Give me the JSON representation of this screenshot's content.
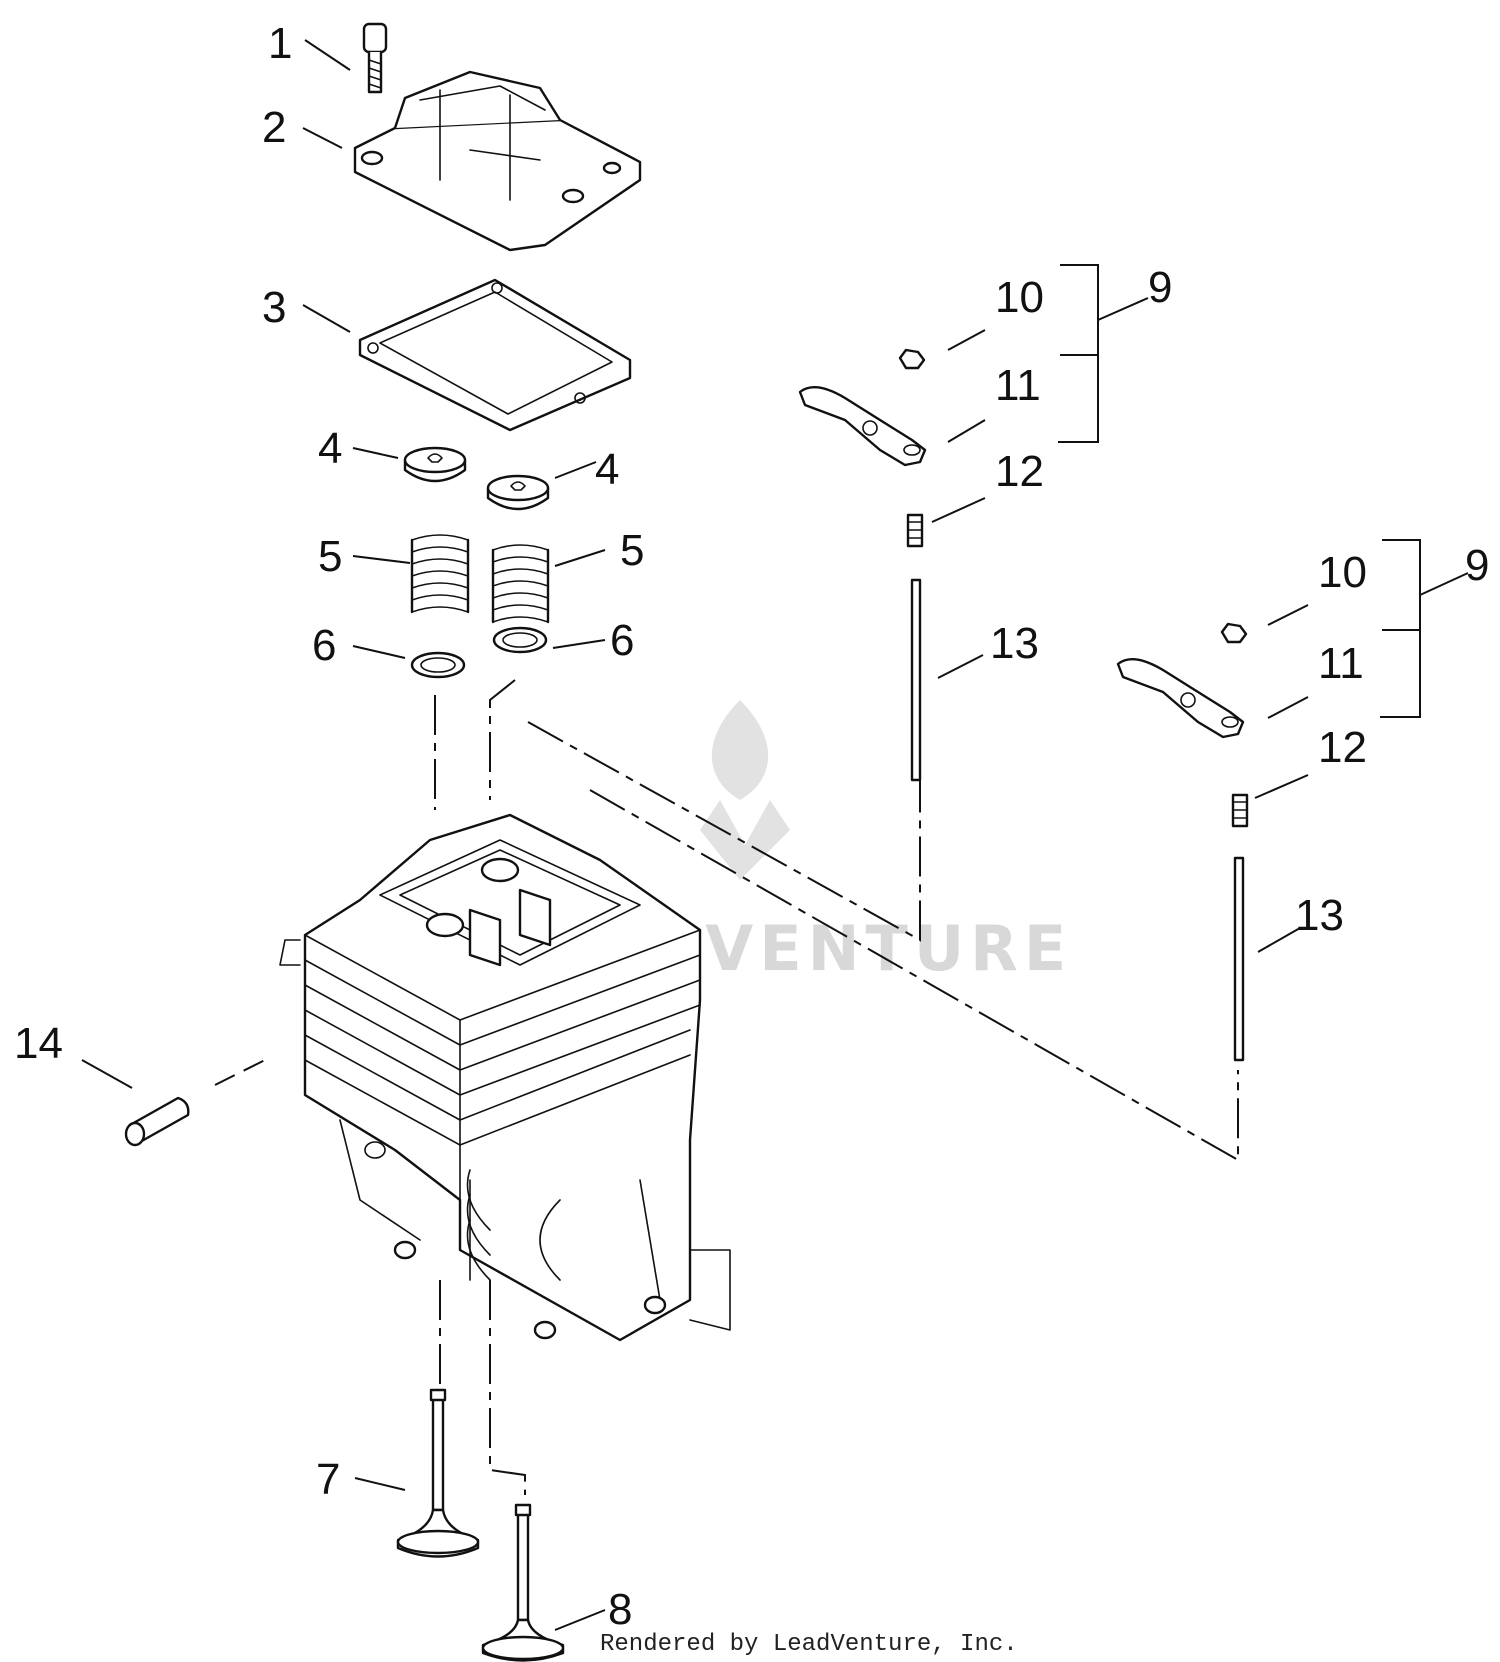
{
  "callouts": {
    "c1": "1",
    "c2": "2",
    "c3": "3",
    "c4a": "4",
    "c4b": "4",
    "c5a": "5",
    "c5b": "5",
    "c6a": "6",
    "c6b": "6",
    "c7": "7",
    "c8": "8",
    "c9a": "9",
    "c10a": "10",
    "c11a": "11",
    "c12a": "12",
    "c13a": "13",
    "c9b": "9",
    "c10b": "10",
    "c11b": "11",
    "c12b": "12",
    "c13b": "13",
    "c14": "14"
  },
  "watermark": {
    "text": "LEADVENTURE"
  },
  "footer": {
    "text": "Rendered by LeadVenture, Inc."
  },
  "colors": {
    "ink": "#111111",
    "watermark": "#d8d8d8",
    "background": "#ffffff"
  }
}
